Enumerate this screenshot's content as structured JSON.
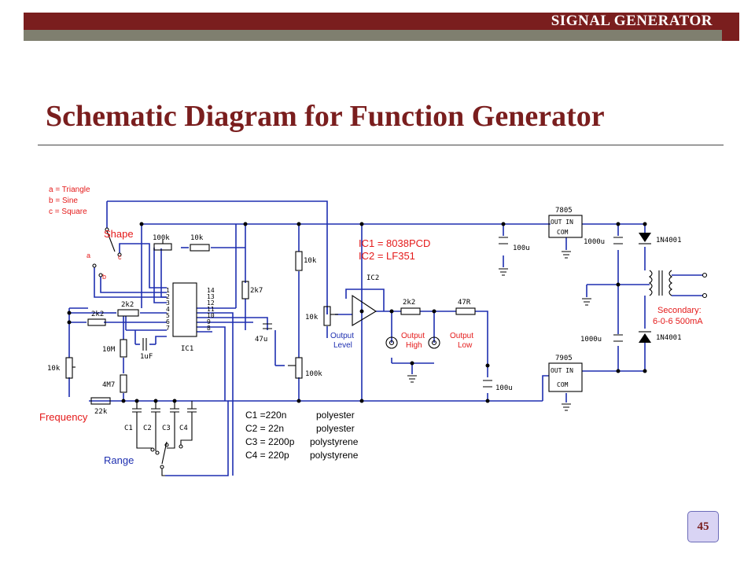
{
  "header": {
    "section_title": "SIGNAL GENERATOR",
    "slide_title": "Schematic Diagram for Function Generator"
  },
  "page_number": "45",
  "colors": {
    "header_bar": "#7a1e1e",
    "header_strip": "#7f7f6f",
    "title": "#7a1e1e",
    "wire": "#1e2fb0",
    "label_red": "#e41a1a",
    "label_blue": "#1e2fb0"
  },
  "diagram": {
    "legend": [
      "a = Triangle",
      "b = Sine",
      "c = Square"
    ],
    "ic_notes": [
      "IC1 = 8038PCD",
      "IC2 = LF351"
    ],
    "controls": {
      "shape": "Shape",
      "frequency": "Frequency",
      "range": "Range",
      "output_level": [
        "Output",
        "Level"
      ],
      "output_high": [
        "Output",
        "High"
      ],
      "output_low": [
        "Output",
        "Low"
      ],
      "secondary": [
        "Secondary:",
        "6-0-6   500mA"
      ]
    },
    "switch_positions": [
      "a",
      "b",
      "c"
    ],
    "components": {
      "r_100k_top": "100k",
      "r_10k_top": "10k",
      "r_10k_vert": "10k",
      "r_2k7": "2k7",
      "r_2k2_a": "2k2",
      "r_2k2_b": "2k2",
      "r_10m": "10M",
      "r_4m7": "4M7",
      "r_10k_freq": "10k",
      "r_22k": "22k",
      "c_1uf": "1uF",
      "c_47u": "47u",
      "r_100k_pot": "100k",
      "r_10k_level": "10k",
      "r_2k2_out": "2k2",
      "r_47r": "47R",
      "c_100u_top": "100u",
      "c_100u_bot": "100u",
      "c_1000u_top": "1000u",
      "c_1000u_bot": "1000u",
      "reg_7805": "7805",
      "reg_7905": "7905",
      "reg_pins": "OUT IN",
      "reg_com": "COM",
      "diode_top": "1N4001",
      "diode_bot": "1N4001",
      "ic1": "IC1",
      "ic2": "IC2",
      "range_caps": [
        "C1",
        "C2",
        "C3",
        "C4"
      ],
      "ic1_pins_left": [
        "1",
        "2",
        "3",
        "4",
        "5",
        "6",
        "7"
      ],
      "ic1_pins_right": [
        "14",
        "13",
        "12",
        "11",
        "10",
        "9",
        "8"
      ]
    },
    "capacitor_table": [
      [
        "C1 =220n",
        "polyester"
      ],
      [
        "C2 = 22n",
        "polyester"
      ],
      [
        "C3 = 2200p",
        "polystyrene"
      ],
      [
        "C4 = 220p",
        "polystyrene"
      ]
    ]
  }
}
